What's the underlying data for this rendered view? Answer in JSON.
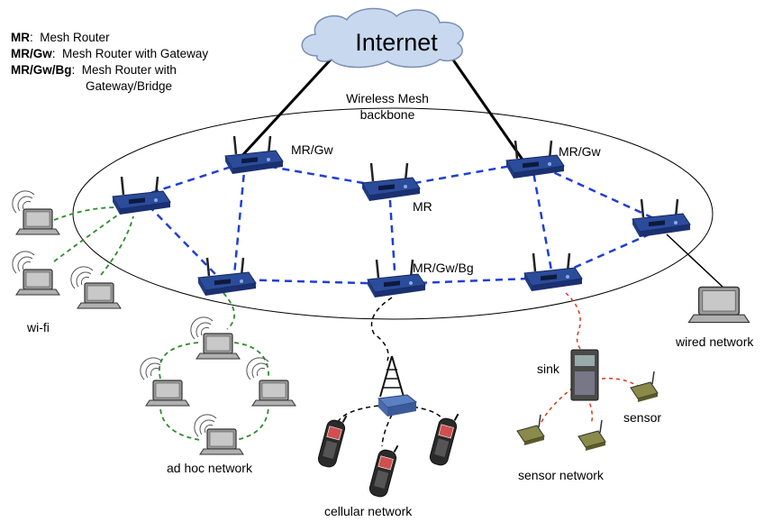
{
  "legend": [
    {
      "abbr": "MR",
      "sep": ":",
      "desc": "Mesh Router"
    },
    {
      "abbr": "MR/Gw",
      "sep": ":",
      "desc": "Mesh Router with Gateway"
    },
    {
      "abbr": "MR/Gw/Bg",
      "sep": ":",
      "desc": "Mesh Router with",
      "desc2": "Gateway/Bridge"
    }
  ],
  "cloud_label": "Internet",
  "backbone_label": [
    "Wireless Mesh",
    "backbone"
  ],
  "router_labels": {
    "gw_left": "MR/Gw",
    "gw_right": "MR/Gw",
    "mr": "MR",
    "gw_bg": "MR/Gw/Bg"
  },
  "network_labels": {
    "wifi": "wi-fi",
    "adhoc": "ad hoc network",
    "cellular": "cellular network",
    "sensor_network": "sensor network",
    "sensor": "sensor",
    "sink": "sink",
    "wired": "wired network"
  },
  "colors": {
    "backbone_link": "#1f3fd6",
    "wifi_link": "#2e8b2e",
    "sensor_link": "#d8381f",
    "cellular_link": "#000000",
    "cloud_fill": "#c8d8ef",
    "router_body": "#2b4c9b"
  }
}
